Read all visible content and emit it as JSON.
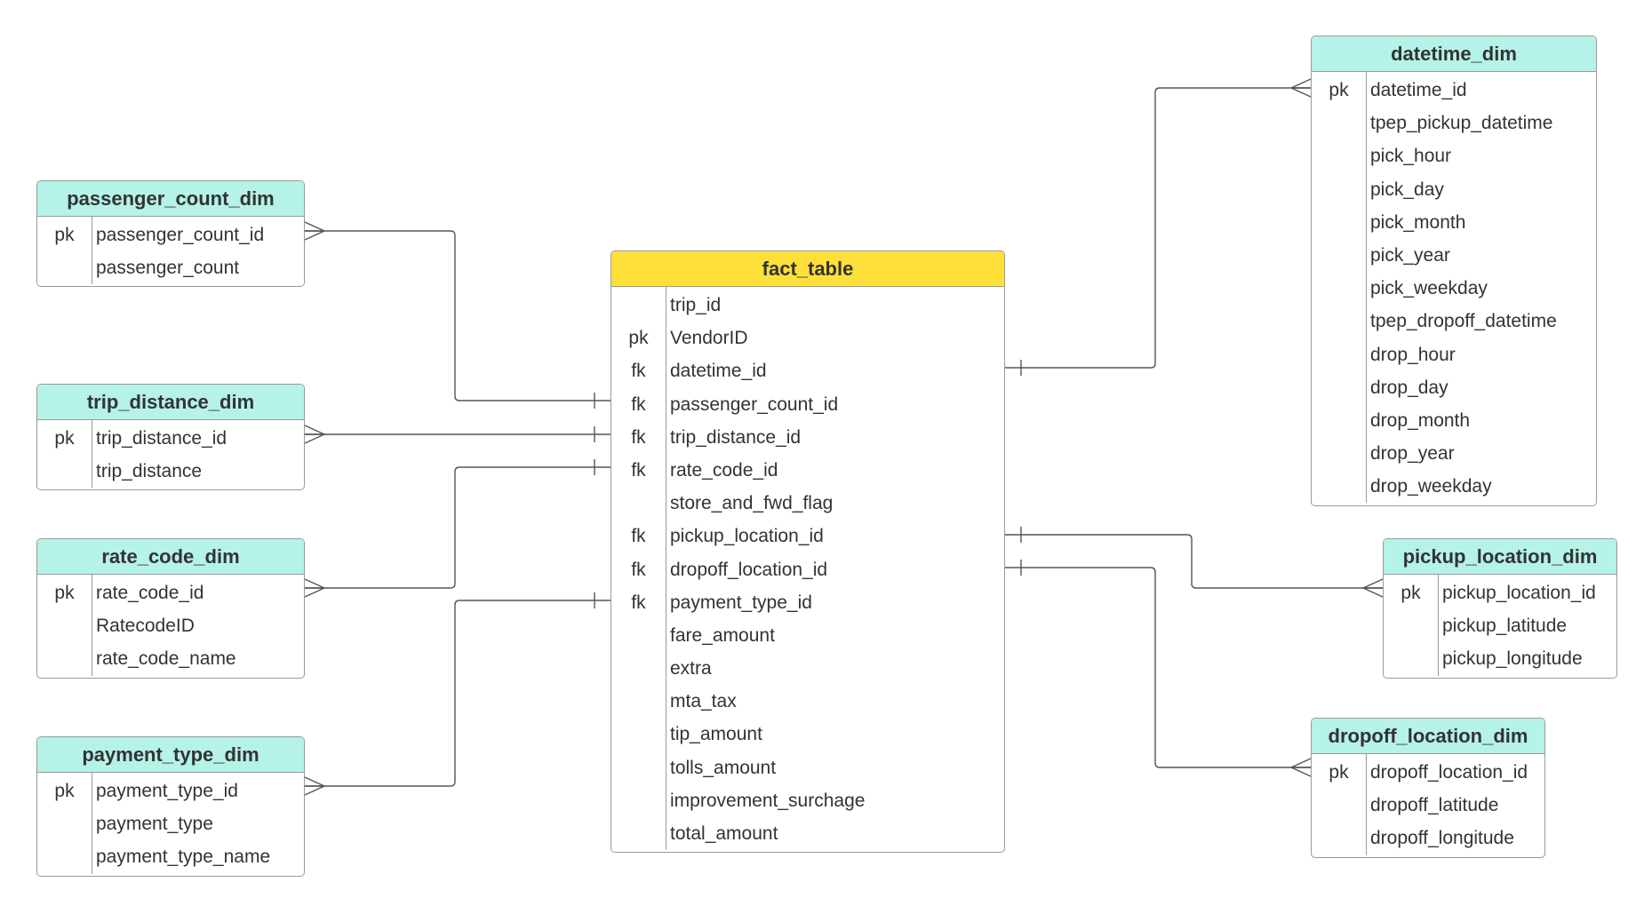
{
  "colors": {
    "dimension_header": "#b5f2e8",
    "fact_header": "#ffe03b",
    "border": "#9a9a9a",
    "connector": "#555555",
    "text": "#333333"
  },
  "entities": {
    "passenger_count_dim": {
      "title": "passenger_count_dim",
      "rows": [
        {
          "key": "pk",
          "field": "passenger_count_id"
        },
        {
          "key": "",
          "field": "passenger_count"
        }
      ]
    },
    "trip_distance_dim": {
      "title": "trip_distance_dim",
      "rows": [
        {
          "key": "pk",
          "field": "trip_distance_id"
        },
        {
          "key": "",
          "field": "trip_distance"
        }
      ]
    },
    "rate_code_dim": {
      "title": "rate_code_dim",
      "rows": [
        {
          "key": "pk",
          "field": "rate_code_id"
        },
        {
          "key": "",
          "field": "RatecodeID"
        },
        {
          "key": "",
          "field": "rate_code_name"
        }
      ]
    },
    "payment_type_dim": {
      "title": "payment_type_dim",
      "rows": [
        {
          "key": "pk",
          "field": "payment_type_id"
        },
        {
          "key": "",
          "field": "payment_type"
        },
        {
          "key": "",
          "field": "payment_type_name"
        }
      ]
    },
    "fact_table": {
      "title": "fact_table",
      "rows": [
        {
          "key": "",
          "field": "trip_id"
        },
        {
          "key": "pk",
          "field": "VendorID"
        },
        {
          "key": "fk",
          "field": "datetime_id"
        },
        {
          "key": "fk",
          "field": "passenger_count_id"
        },
        {
          "key": "fk",
          "field": "trip_distance_id"
        },
        {
          "key": "fk",
          "field": "rate_code_id"
        },
        {
          "key": "",
          "field": "store_and_fwd_flag"
        },
        {
          "key": "fk",
          "field": "pickup_location_id"
        },
        {
          "key": "fk",
          "field": "dropoff_location_id"
        },
        {
          "key": "fk",
          "field": "payment_type_id"
        },
        {
          "key": "",
          "field": "fare_amount"
        },
        {
          "key": "",
          "field": "extra"
        },
        {
          "key": "",
          "field": "mta_tax"
        },
        {
          "key": "",
          "field": "tip_amount"
        },
        {
          "key": "",
          "field": "tolls_amount"
        },
        {
          "key": "",
          "field": "improvement_surchage"
        },
        {
          "key": "",
          "field": "total_amount"
        }
      ]
    },
    "datetime_dim": {
      "title": "datetime_dim",
      "rows": [
        {
          "key": "pk",
          "field": "datetime_id"
        },
        {
          "key": "",
          "field": "tpep_pickup_datetime"
        },
        {
          "key": "",
          "field": "pick_hour"
        },
        {
          "key": "",
          "field": "pick_day"
        },
        {
          "key": "",
          "field": "pick_month"
        },
        {
          "key": "",
          "field": "pick_year"
        },
        {
          "key": "",
          "field": "pick_weekday"
        },
        {
          "key": "",
          "field": "tpep_dropoff_datetime"
        },
        {
          "key": "",
          "field": "drop_hour"
        },
        {
          "key": "",
          "field": "drop_day"
        },
        {
          "key": "",
          "field": "drop_month"
        },
        {
          "key": "",
          "field": "drop_year"
        },
        {
          "key": "",
          "field": "drop_weekday"
        }
      ]
    },
    "pickup_location_dim": {
      "title": "pickup_location_dim",
      "rows": [
        {
          "key": "pk",
          "field": "pickup_location_id"
        },
        {
          "key": "",
          "field": "pickup_latitude"
        },
        {
          "key": "",
          "field": "pickup_longitude"
        }
      ]
    },
    "dropoff_location_dim": {
      "title": "dropoff_location_dim",
      "rows": [
        {
          "key": "pk",
          "field": "dropoff_location_id"
        },
        {
          "key": "",
          "field": "dropoff_latitude"
        },
        {
          "key": "",
          "field": "dropoff_longitude"
        }
      ]
    }
  },
  "relationships": [
    {
      "from": "passenger_count_dim",
      "to": "fact_table",
      "from_end": "many",
      "to_end": "one"
    },
    {
      "from": "trip_distance_dim",
      "to": "fact_table",
      "from_end": "many",
      "to_end": "one"
    },
    {
      "from": "rate_code_dim",
      "to": "fact_table",
      "from_end": "many",
      "to_end": "one"
    },
    {
      "from": "payment_type_dim",
      "to": "fact_table",
      "from_end": "many",
      "to_end": "one"
    },
    {
      "from": "datetime_dim",
      "to": "fact_table",
      "from_end": "many",
      "to_end": "one"
    },
    {
      "from": "pickup_location_dim",
      "to": "fact_table",
      "from_end": "many",
      "to_end": "one"
    },
    {
      "from": "dropoff_location_dim",
      "to": "fact_table",
      "from_end": "many",
      "to_end": "one"
    }
  ]
}
